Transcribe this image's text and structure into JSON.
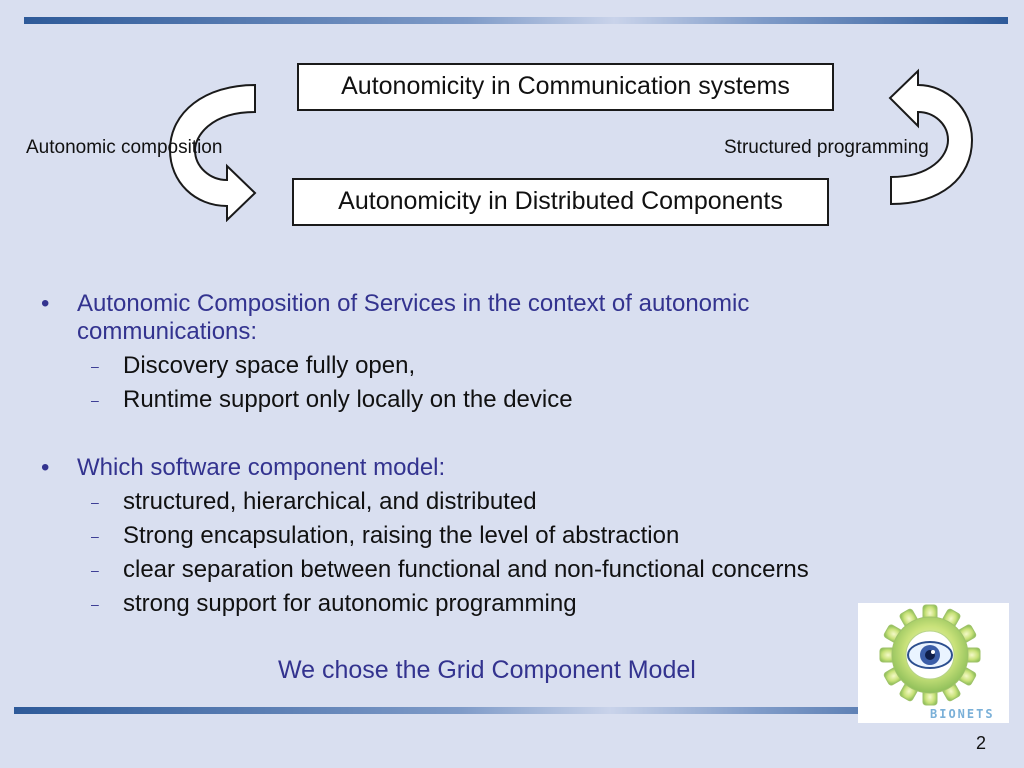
{
  "diagram": {
    "box_top": "Autonomicity in Communication systems",
    "box_bottom": "Autonomicity in Distributed Components",
    "left_label": "Autonomic composition",
    "right_label": "Structured programming"
  },
  "bullets": [
    {
      "text": "Autonomic Composition of Services in the context of autonomic communications:",
      "subs": [
        "Discovery space fully open,",
        "Runtime support only locally on the device"
      ]
    },
    {
      "text": "Which software component model:",
      "subs": [
        "structured, hierarchical, and distributed",
        "Strong encapsulation, raising the level of abstraction",
        "clear separation between functional and non-functional concerns",
        "strong support for autonomic programming"
      ]
    }
  ],
  "bullet_mark": "•",
  "sub_mark": "–",
  "closing": "We chose the Grid Component Model",
  "logo_text": "BIONETS",
  "page_number": "2",
  "colors": {
    "accent_text": "#33338f",
    "bar": "#2e5a99",
    "background": "#d9dff0"
  }
}
